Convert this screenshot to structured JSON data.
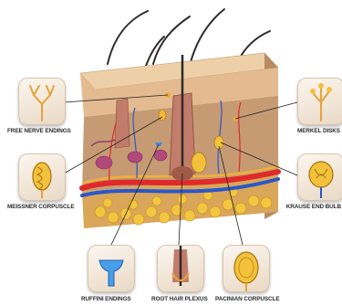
{
  "labels": {
    "free_nerve_endings": "FREE NERVE ENDINGS",
    "meissner_corpuscle": "MEISSNER CORPUSCLE",
    "ruffini_endings": "RUFFINI ENDINGS",
    "root_hair_plexus": "ROOT HAIR PLEXUS",
    "pacinian_corpuscle": "PACINIAN CORPUSCLE",
    "merkel_disks": "MERKEL DISKS",
    "krause_end_bulb": "KRAUSE END BULB"
  },
  "colors": {
    "epidermis": "#e9c9a0",
    "dermis": "#c9a07a",
    "fat": "#f2c23d",
    "artery": "#e02a2a",
    "vein": "#2a57c9",
    "nerve": "#f0b13a",
    "hair": "#2f2a2a",
    "pointer": "#222222"
  }
}
